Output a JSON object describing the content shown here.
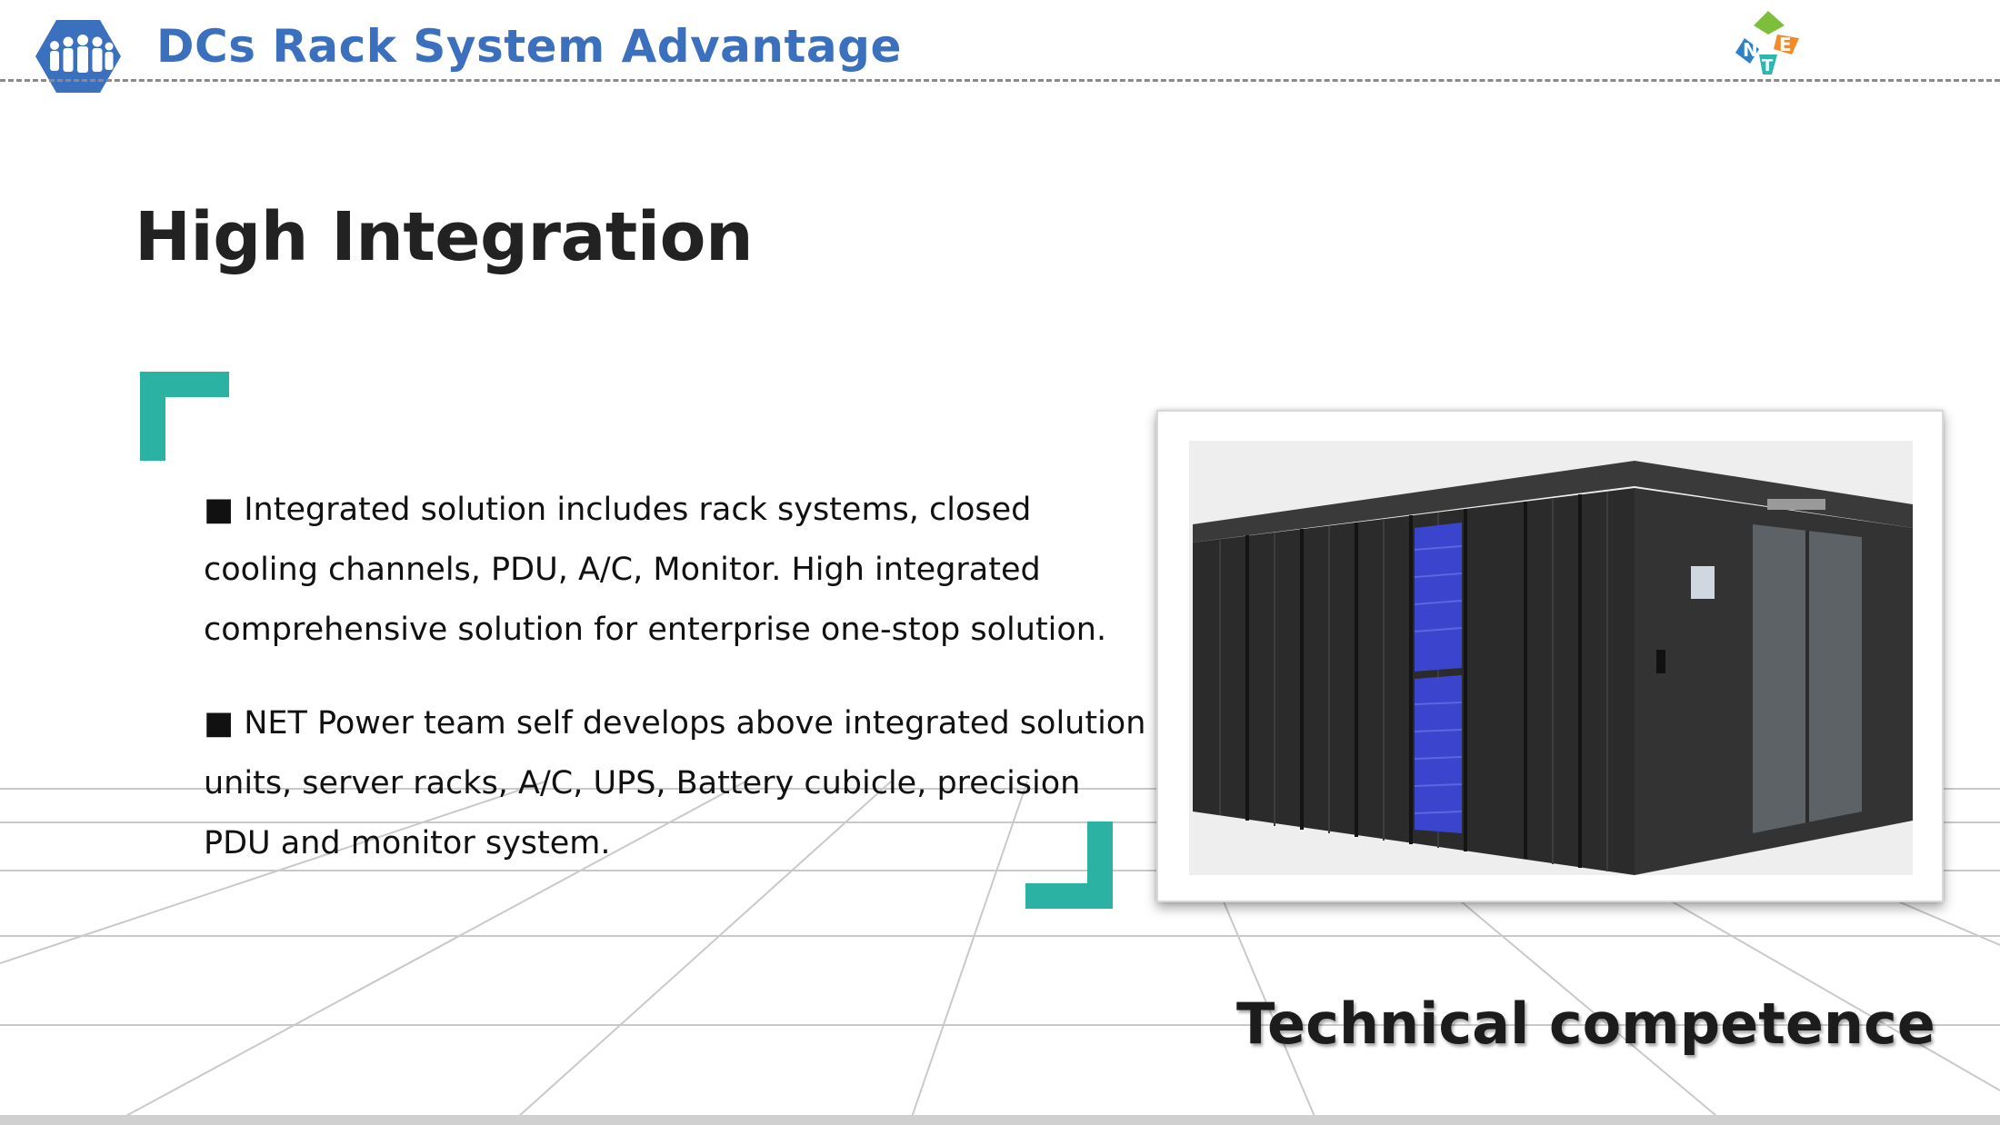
{
  "header": {
    "title": "DCs Rack System Advantage",
    "icon": "people-hexagon-icon",
    "brand_logo": "net-logo"
  },
  "slide": {
    "heading": "High Integration",
    "bullet_marker": "■",
    "bullets": [
      "Integrated solution includes rack systems, closed cooling channels, PDU, A/C, Monitor. High integrated comprehensive solution for enterprise one-stop solution.",
      "NET Power team self develops above integrated solution units, server racks, A/C, UPS, Battery cubicle, precision PDU and monitor system."
    ],
    "tagline": "Technical competence"
  },
  "colors": {
    "title_blue": "#3a70bd",
    "accent_teal": "#2bb2a2",
    "rack_black": "#2b2b2b",
    "cooling_blue": "#3a44cc"
  }
}
